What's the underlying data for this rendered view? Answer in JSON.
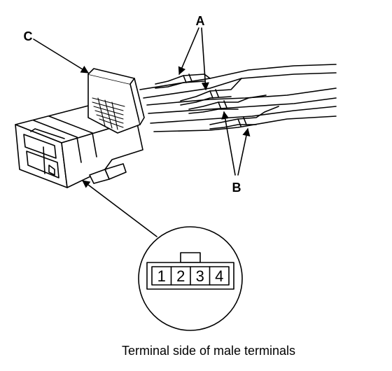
{
  "labels": {
    "a": "A",
    "b": "B",
    "c": "C"
  },
  "connector_face": {
    "pins": [
      "1",
      "2",
      "3",
      "4"
    ]
  },
  "caption": "Terminal side of male terminals"
}
